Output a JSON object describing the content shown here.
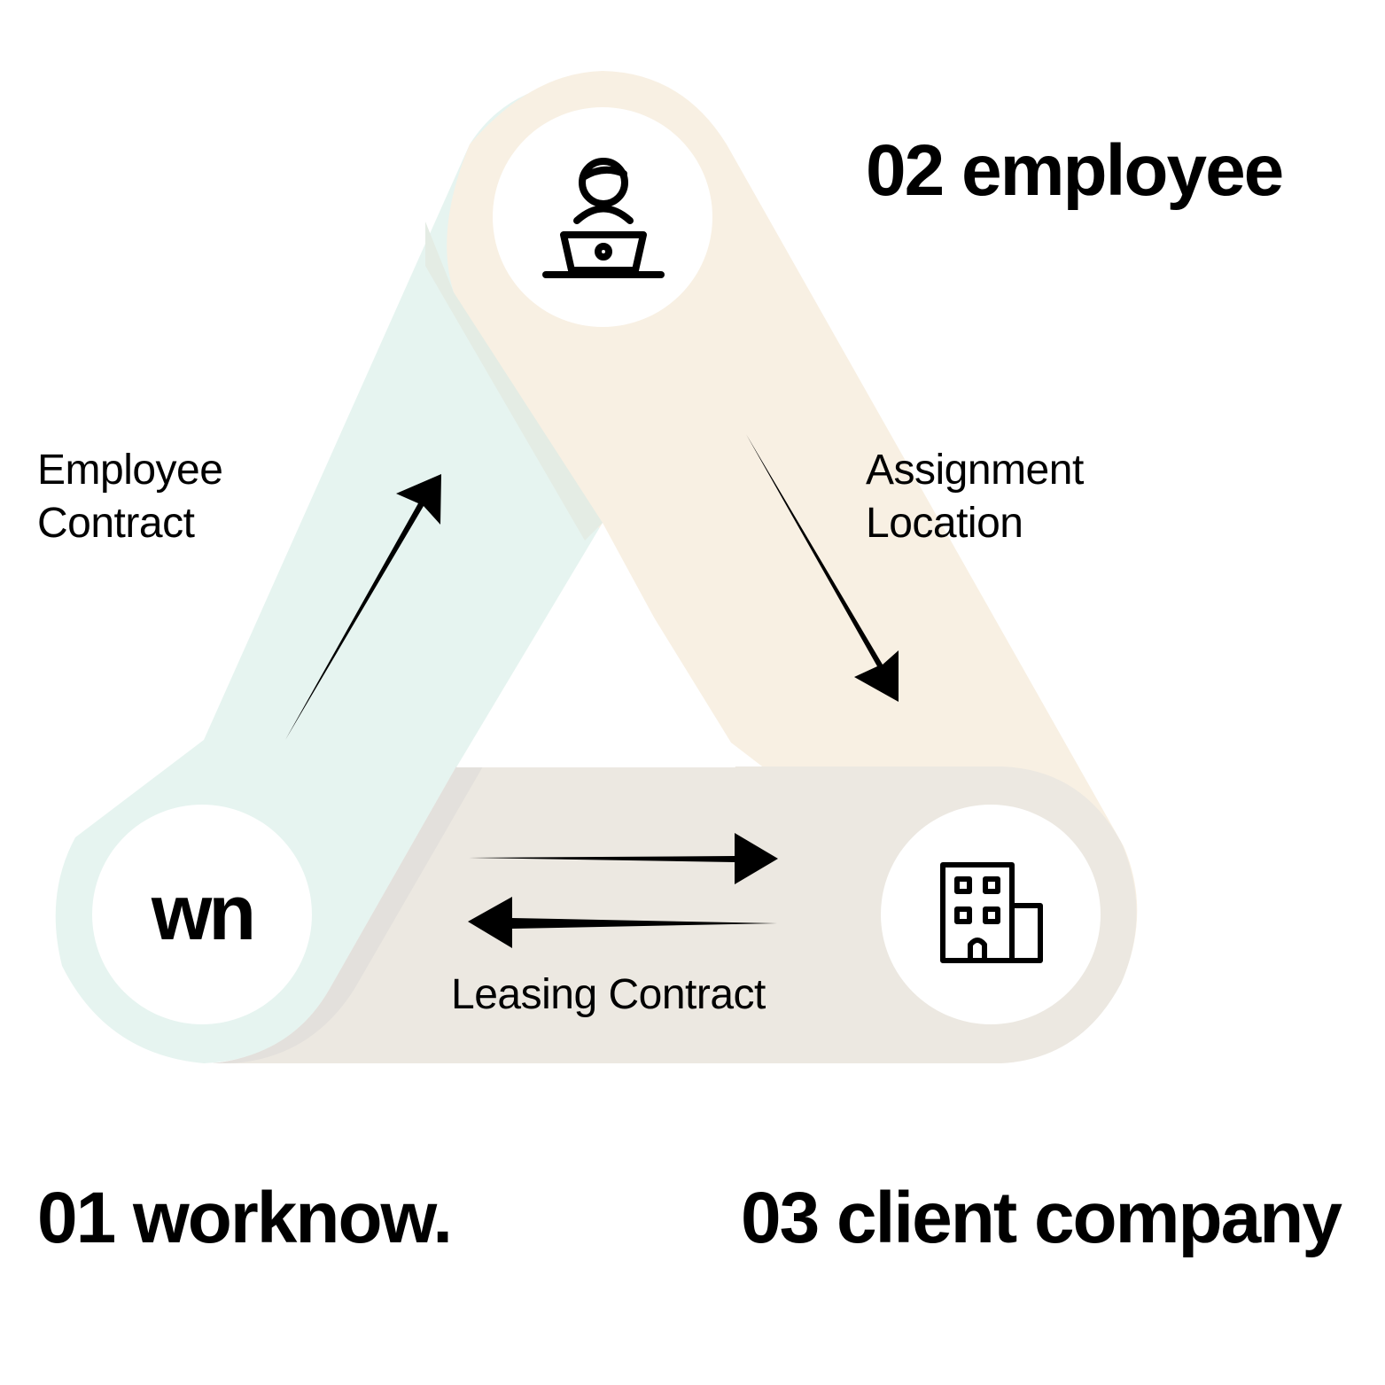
{
  "nodes": {
    "workNow": {
      "heading": "01 worknow.",
      "logo_text": "wn",
      "band_color": "#e6f4f0",
      "icon": "wn-logo"
    },
    "employee": {
      "heading": "02 employee",
      "band_color": "#f8f0e3",
      "icon": "person-laptop-icon"
    },
    "client": {
      "heading": "03 client company",
      "band_color": "#ece8e1",
      "icon": "office-building-icon"
    }
  },
  "edges": {
    "employee_contract": {
      "line1": "Employee",
      "line2": "Contract"
    },
    "assignment_location": {
      "line1": "Assignment",
      "line2": "Location"
    },
    "leasing_contract": {
      "label": "Leasing Contract"
    }
  },
  "colors": {
    "text": "#000000",
    "background": "#ffffff",
    "circle": "#ffffff"
  }
}
